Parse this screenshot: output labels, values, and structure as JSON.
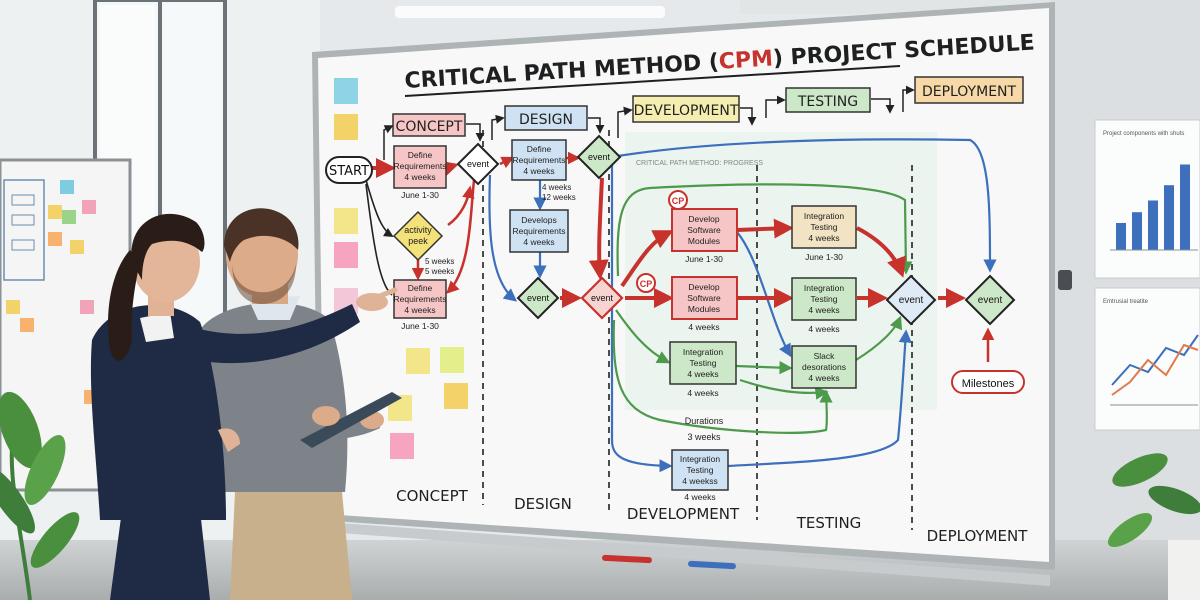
{
  "board": {
    "title_prefix": "CRITICAL PATH METHOD (",
    "title_highlight": "CPM",
    "title_suffix": ") PROJECT SCHEDULE",
    "projection_caption": "CRITICAL PATH METHOD: PROGRESS"
  },
  "phases_top": [
    {
      "label": "CONCEPT",
      "color": "#f6c6c6"
    },
    {
      "label": "DESIGN",
      "color": "#cfe2f3"
    },
    {
      "label": "DEVELOPMENT",
      "color": "#f6eeb0"
    },
    {
      "label": "TESTING",
      "color": "#cde8c8"
    },
    {
      "label": "DEPLOYMENT",
      "color": "#f7d9a8"
    }
  ],
  "phases_bottom": [
    "CONCEPT",
    "DESIGN",
    "DEVELOPMENT",
    "TESTING",
    "DEPLOYMENT"
  ],
  "nodes": {
    "start": "START",
    "define1": [
      "Define",
      "Requirements",
      "4 weeks"
    ],
    "define1_date": "June 1-30",
    "activity_peek": [
      "activity",
      "peek"
    ],
    "define2": [
      "Define",
      "Requirements",
      "4 weeks"
    ],
    "define2_date": "June 1-30",
    "design_define": [
      "Define",
      "Requirements",
      "4 weeks"
    ],
    "design_define_note": [
      "4 weeks",
      "12 weeks"
    ],
    "develops_req": [
      "Develops",
      "Requirements",
      "4 weeks"
    ],
    "five_weeks": [
      "5 weeks",
      "5 weeks"
    ],
    "event_label": "event",
    "cp_mark": "CP",
    "dev_mod1": [
      "Develop",
      "Software",
      "Modules"
    ],
    "dev_mod1_date": "June 1-30",
    "dev_mod2": [
      "Develop",
      "Software",
      "Modules"
    ],
    "dev_mod2_dur": "4 weeks",
    "int_test1": [
      "Integration",
      "Testing",
      "4 weeks"
    ],
    "int_test1_date": "June 1-30",
    "int_test2": [
      "Integration",
      "Testing",
      "4 weeks"
    ],
    "int_test2_dur": "4 weeks",
    "int_test3": [
      "Integration",
      "Testing",
      "4 weeks"
    ],
    "int_test3_dur": "4 weeks",
    "slack": [
      "Slack",
      "desorations",
      "4 weeks"
    ],
    "durations": [
      "Durations",
      "3 weeks"
    ],
    "int_test4": [
      "Integration",
      "Testing",
      "4 weekss"
    ],
    "int_test4_dur": "4 weeks",
    "milestones": "Milestones"
  },
  "wall_charts": {
    "top_caption": "Project components with shuts",
    "top_bars": [
      0.3,
      0.42,
      0.55,
      0.72,
      0.95
    ],
    "bottom_caption": "Emtrusial treatite"
  },
  "colors": {
    "critical": "#c8322d",
    "blue_path": "#3d6fbd",
    "green_path": "#4c9a4a",
    "board": "#f7f8f7"
  }
}
